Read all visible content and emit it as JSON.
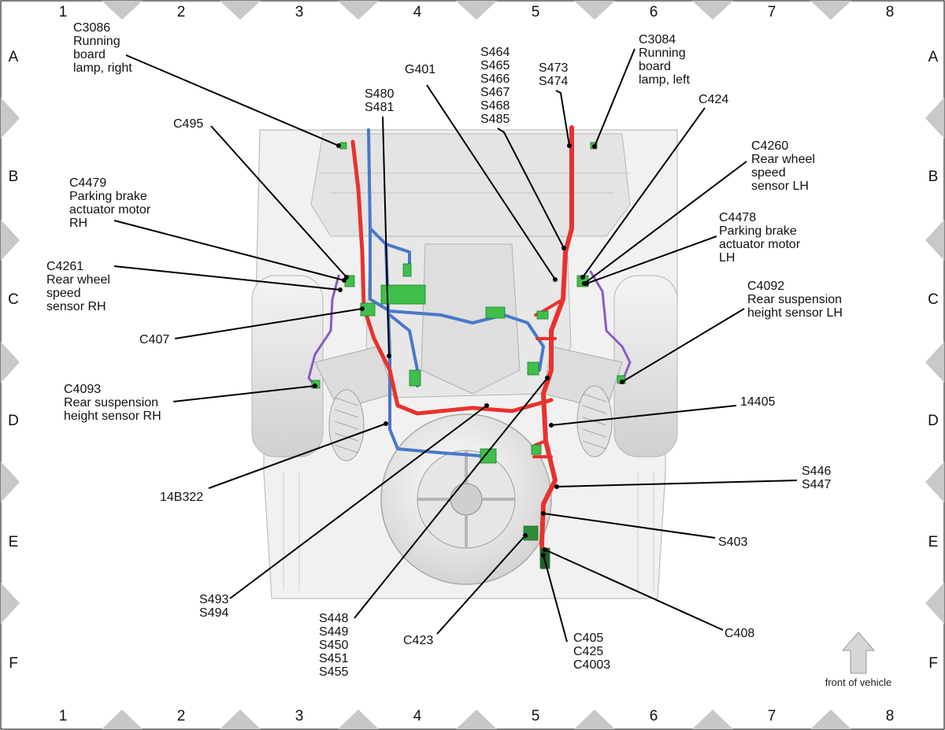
{
  "grid": {
    "columns": [
      "1",
      "2",
      "3",
      "4",
      "5",
      "6",
      "7",
      "8"
    ],
    "rows": [
      "A",
      "B",
      "C",
      "D",
      "E",
      "F"
    ]
  },
  "callouts": [
    {
      "id": "c3086",
      "lines": [
        "C3086",
        "Running",
        "board",
        "lamp, right"
      ]
    },
    {
      "id": "c495",
      "lines": [
        "C495"
      ]
    },
    {
      "id": "c4479",
      "lines": [
        "C4479",
        "Parking brake",
        "actuator motor",
        "RH"
      ]
    },
    {
      "id": "c4261",
      "lines": [
        "C4261",
        "Rear wheel",
        "speed",
        "sensor RH"
      ]
    },
    {
      "id": "c407",
      "lines": [
        "C407"
      ]
    },
    {
      "id": "c4093",
      "lines": [
        "C4093",
        "Rear suspension",
        "height sensor RH"
      ]
    },
    {
      "id": "14b322",
      "lines": [
        "14B322"
      ]
    },
    {
      "id": "s493",
      "lines": [
        "S493",
        "S494"
      ]
    },
    {
      "id": "s448",
      "lines": [
        "S448",
        "S449",
        "S450",
        "S451",
        "S455"
      ]
    },
    {
      "id": "c423",
      "lines": [
        "C423"
      ]
    },
    {
      "id": "c405",
      "lines": [
        "C405",
        "C425",
        "C4003"
      ]
    },
    {
      "id": "c408",
      "lines": [
        "C408"
      ]
    },
    {
      "id": "s403",
      "lines": [
        "S403"
      ]
    },
    {
      "id": "s446",
      "lines": [
        "S446",
        "S447"
      ]
    },
    {
      "id": "14405",
      "lines": [
        "14405"
      ]
    },
    {
      "id": "c4092",
      "lines": [
        "C4092",
        "Rear suspension",
        "height sensor LH"
      ]
    },
    {
      "id": "c4478",
      "lines": [
        "C4478",
        "Parking brake",
        "actuator motor",
        "LH"
      ]
    },
    {
      "id": "c4260",
      "lines": [
        "C4260",
        "Rear wheel",
        "speed",
        "sensor LH"
      ]
    },
    {
      "id": "c424",
      "lines": [
        "C424"
      ]
    },
    {
      "id": "c3084",
      "lines": [
        "C3084",
        "Running",
        "board",
        "lamp, left"
      ]
    },
    {
      "id": "s473",
      "lines": [
        "S473",
        "S474"
      ]
    },
    {
      "id": "s464",
      "lines": [
        "S464",
        "S465",
        "S466",
        "S467",
        "S468",
        "S485"
      ]
    },
    {
      "id": "g401",
      "lines": [
        "G401"
      ]
    },
    {
      "id": "s480",
      "lines": [
        "S480",
        "S481"
      ]
    }
  ],
  "front_label": "front of vehicle",
  "colors": {
    "harness_red": "#e8322e",
    "harness_blue": "#4a78c8",
    "harness_purple": "#8a5cc0",
    "connector_green": "#3fbf4a",
    "body_gray": "#d9d9d9",
    "border_gray": "#c8c8c8"
  }
}
